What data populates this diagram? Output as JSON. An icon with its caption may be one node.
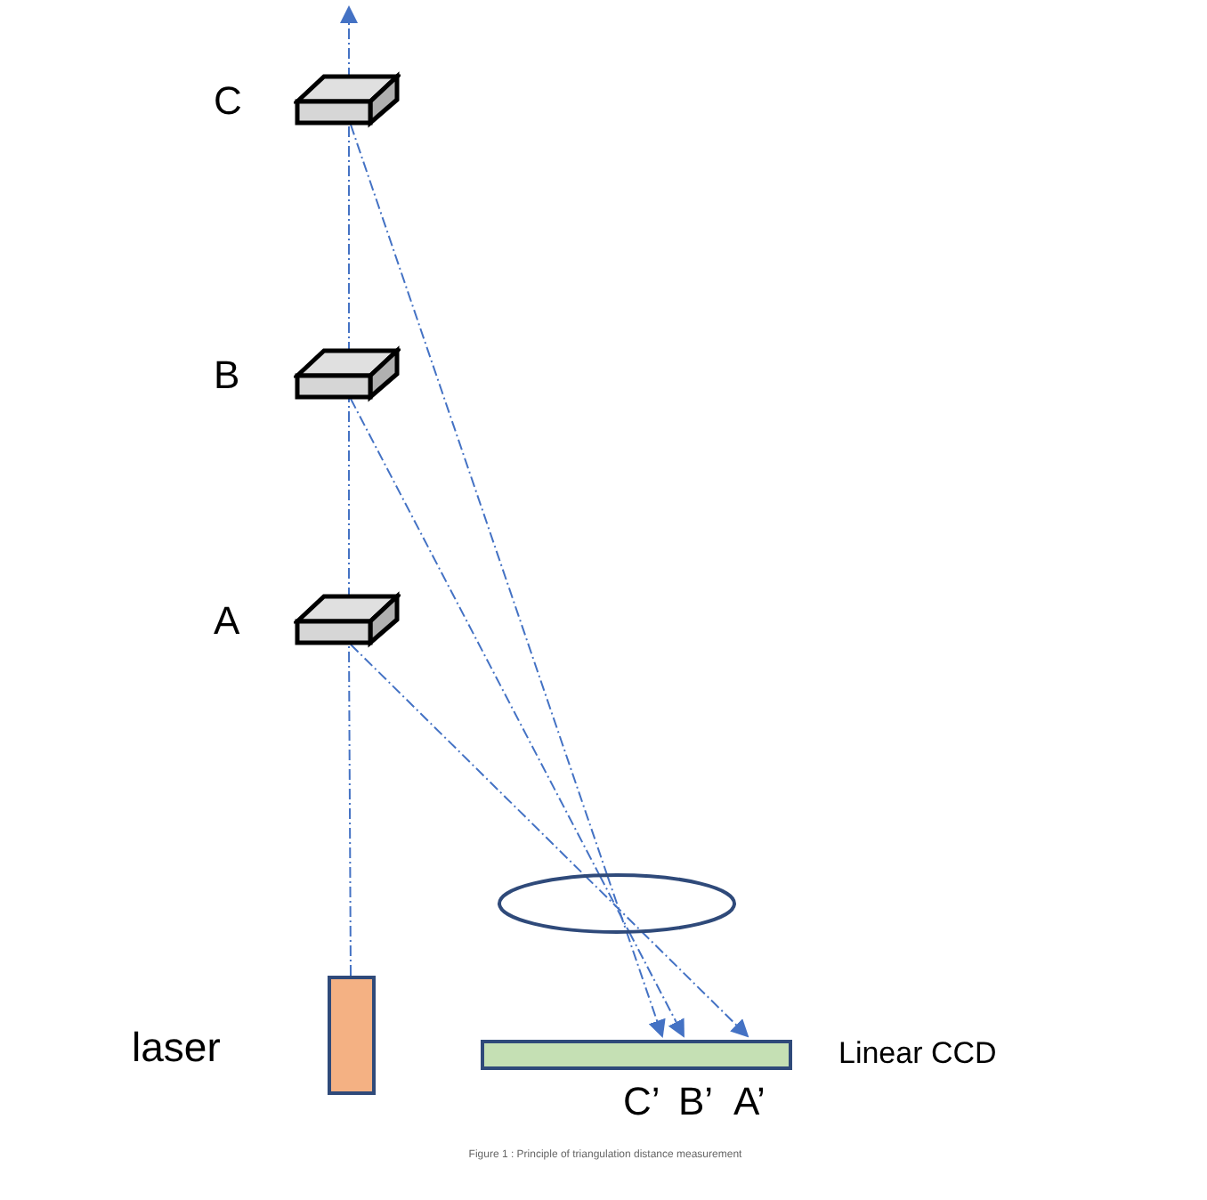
{
  "diagram": {
    "caption": "Figure 1 : Principle of triangulation distance measurement",
    "nodes": [
      {
        "text": [
          "C"
        ]
      },
      {
        "text": [
          "B"
        ]
      },
      {
        "text": [
          "A"
        ]
      },
      {
        "text": [],
        "shape": "ellipse"
      },
      {
        "text": [
          "laser"
        ]
      },
      {
        "text": [
          "Linear CCD"
        ]
      }
    ],
    "edges": [
      {
        "from": 4,
        "to": 2,
        "arrow": "none",
        "style": "dashed"
      },
      {
        "from": 2,
        "to": 1,
        "arrow": "none",
        "style": "dashed"
      },
      {
        "from": 1,
        "to": 0,
        "arrow": "none",
        "style": "dashed"
      },
      {
        "from": 0,
        "to": null,
        "arrow": "to",
        "style": "dashed"
      },
      {
        "from": 2,
        "to": 3,
        "arrow": "none",
        "style": "dashed"
      },
      {
        "from": 3,
        "to": 5,
        "arrow": "to",
        "style": "dashed"
      },
      {
        "from": 1,
        "to": 3,
        "arrow": "none",
        "style": "dashed"
      },
      {
        "from": 3,
        "to": 5,
        "arrow": "to",
        "style": "dashed"
      },
      {
        "from": 0,
        "to": 3,
        "arrow": "none",
        "style": "dashed"
      },
      {
        "from": 3,
        "to": 5,
        "arrow": "to",
        "style": "dashed"
      }
    ],
    "labels": [
      "C’",
      "B’",
      "A’"
    ]
  }
}
